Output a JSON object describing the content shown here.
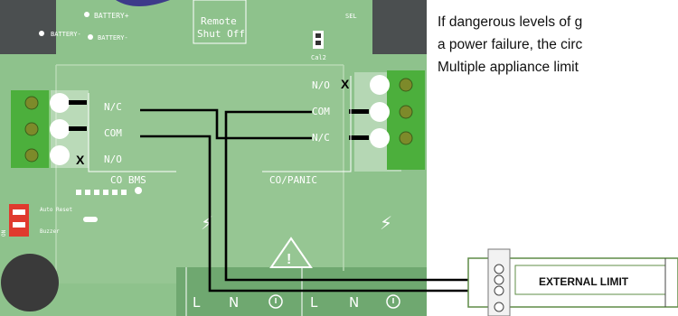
{
  "instructions": {
    "lines": [
      "If dangerous levels of g",
      "a power failure, the circ",
      "Multiple appliance limit"
    ]
  },
  "board": {
    "top_labels": {
      "battery_plus": "BATTERY+",
      "battery_minus": "BATTERY-",
      "remote": "Remote",
      "shutoff": "Shut Off",
      "sel": "SEL",
      "cal2": "Cal2"
    },
    "left_relay": {
      "nc": "N/C",
      "com": "COM",
      "no": "N/O",
      "x_mark": "X",
      "label": "CO BMS"
    },
    "right_relay": {
      "no": "N/O",
      "com": "COM",
      "nc": "N/C",
      "x_mark": "X",
      "label": "CO/PANIC"
    },
    "switch_labels": {
      "on": "ON",
      "auto_reset": "Auto Reset",
      "buzzer": "Buzzer"
    },
    "bottom_terminals": {
      "l1": "L",
      "n1": "N",
      "l2": "L",
      "n2": "N"
    }
  },
  "external": {
    "label": "EXTERNAL LIMIT"
  },
  "colors": {
    "board": "#8ec28c",
    "board_shadow": "#6fa870",
    "relay_block": "#4caf3c",
    "wire": "#000000",
    "box_border": "#5f8c47"
  }
}
